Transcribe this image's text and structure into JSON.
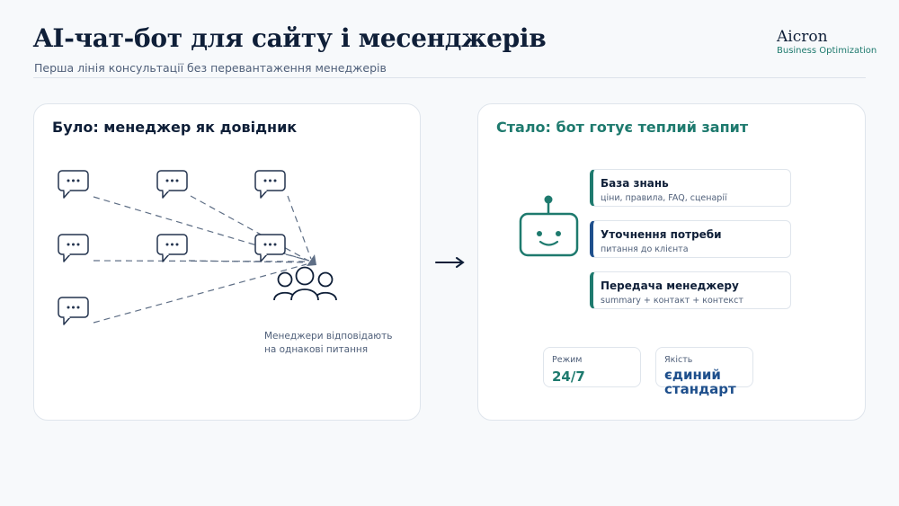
{
  "header": {
    "title": "AI-чат-бот для сайту і месенджерів",
    "subtitle": "Перша лінія консультації без перевантаження менеджерів",
    "brand_name": "Aicron",
    "brand_tagline": "Business Optimization"
  },
  "before": {
    "title": "Було: менеджер як довідник",
    "bubble_text": "•••",
    "caption_lines": [
      "Менеджери відповідають",
      "на однакові питання"
    ]
  },
  "after": {
    "title": "Стало: бот готує теплий запит",
    "cards": [
      {
        "title": "База знань",
        "subtitle": "ціни, правила, FAQ, сценарії"
      },
      {
        "title": "Уточнення потреби",
        "subtitle": "питання до клієнта"
      },
      {
        "title": "Передача менеджеру",
        "subtitle": "summary + контакт + контекст"
      }
    ],
    "stats": [
      {
        "label": "Режим",
        "value_lines": [
          "24/7"
        ]
      },
      {
        "label": "Якість",
        "value_lines": [
          "єдиний",
          "стандарт"
        ]
      }
    ]
  },
  "colors": {
    "navy": "#0f1f38",
    "teal": "#1e7a6e",
    "blue": "#1e4f8c",
    "muted": "#50607a",
    "line": "#5f6f86"
  },
  "icons": [
    "chat-bubble-icon",
    "managers-group-icon",
    "arrow-right-icon",
    "robot-icon"
  ]
}
